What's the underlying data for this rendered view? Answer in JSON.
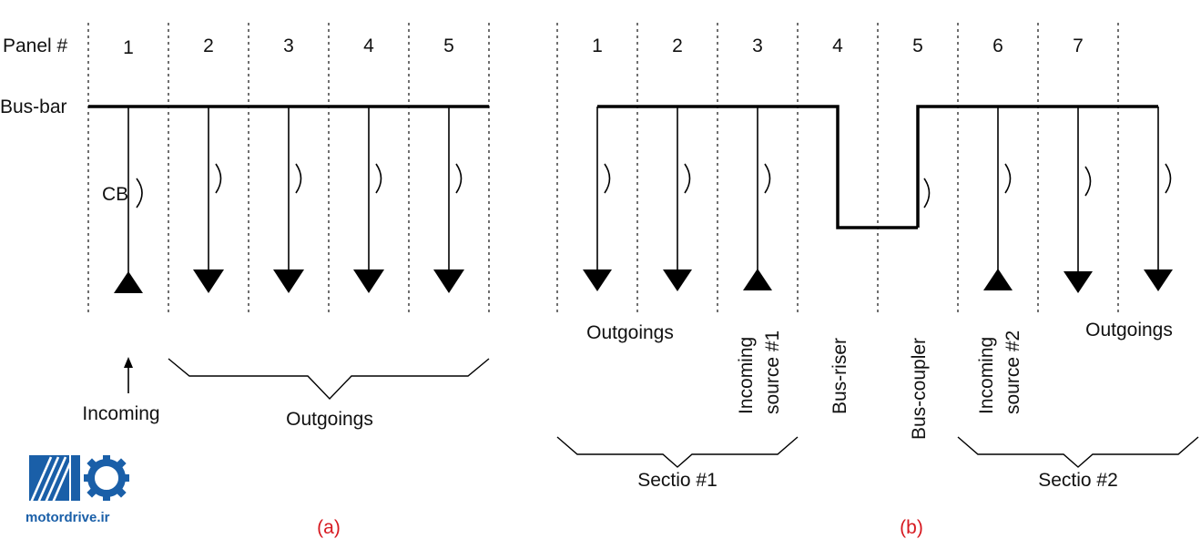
{
  "diagram_a": {
    "panel_header": "Panel #",
    "busbar_label": "Bus-bar",
    "cb_label": "CB",
    "panels": [
      "1",
      "2",
      "3",
      "4",
      "5"
    ],
    "incoming_label": "Incoming",
    "outgoings_label": "Outgoings",
    "caption": "(a)"
  },
  "diagram_b": {
    "panels": [
      "1",
      "2",
      "3",
      "4",
      "5",
      "6",
      "7"
    ],
    "outgoings_left": "Outgoings",
    "incoming_source_1_line1": "Incoming",
    "incoming_source_1_line2": "source  #1",
    "bus_riser": "Bus-riser",
    "bus_coupler": "Bus-coupler",
    "incoming_source_2_line1": "Incoming",
    "incoming_source_2_line2": "source  #2",
    "outgoings_right": "Outgoings",
    "section_1": "Sectio #1",
    "section_2": "Sectio #2",
    "caption": "(b)"
  },
  "logo": {
    "text": "motordrive.ir",
    "icon": "motordrive-logo-icon",
    "color": "#1a5fa8"
  },
  "colors": {
    "caption": "#d71920",
    "lines": "#000000"
  }
}
